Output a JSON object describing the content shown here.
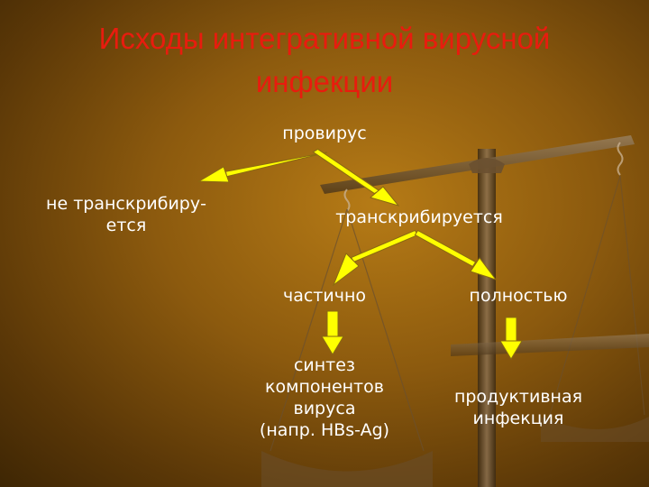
{
  "slide": {
    "title_line1": "Исходы интегративной вирусной",
    "title_line2": "инфекции",
    "nodes": {
      "provirus": "провирус",
      "not_transcribed_line1": "не транскрибиру-",
      "not_transcribed_line2": "ется",
      "transcribed": "транскрибируется",
      "partially": "частично",
      "fully": "полностью",
      "synthesis_line1": "синтез",
      "synthesis_line2": "компонентов",
      "synthesis_line3": "вируса",
      "synthesis_line4": "(напр. HBs-Ag)",
      "productive_line1": "продуктивная",
      "productive_line2": "инфекция"
    },
    "colors": {
      "title": "#e81c0e",
      "text": "#ffffff",
      "arrow_fill": "#ffff00",
      "arrow_stroke": "#8a6a10",
      "background": "#8c5a0e"
    }
  }
}
